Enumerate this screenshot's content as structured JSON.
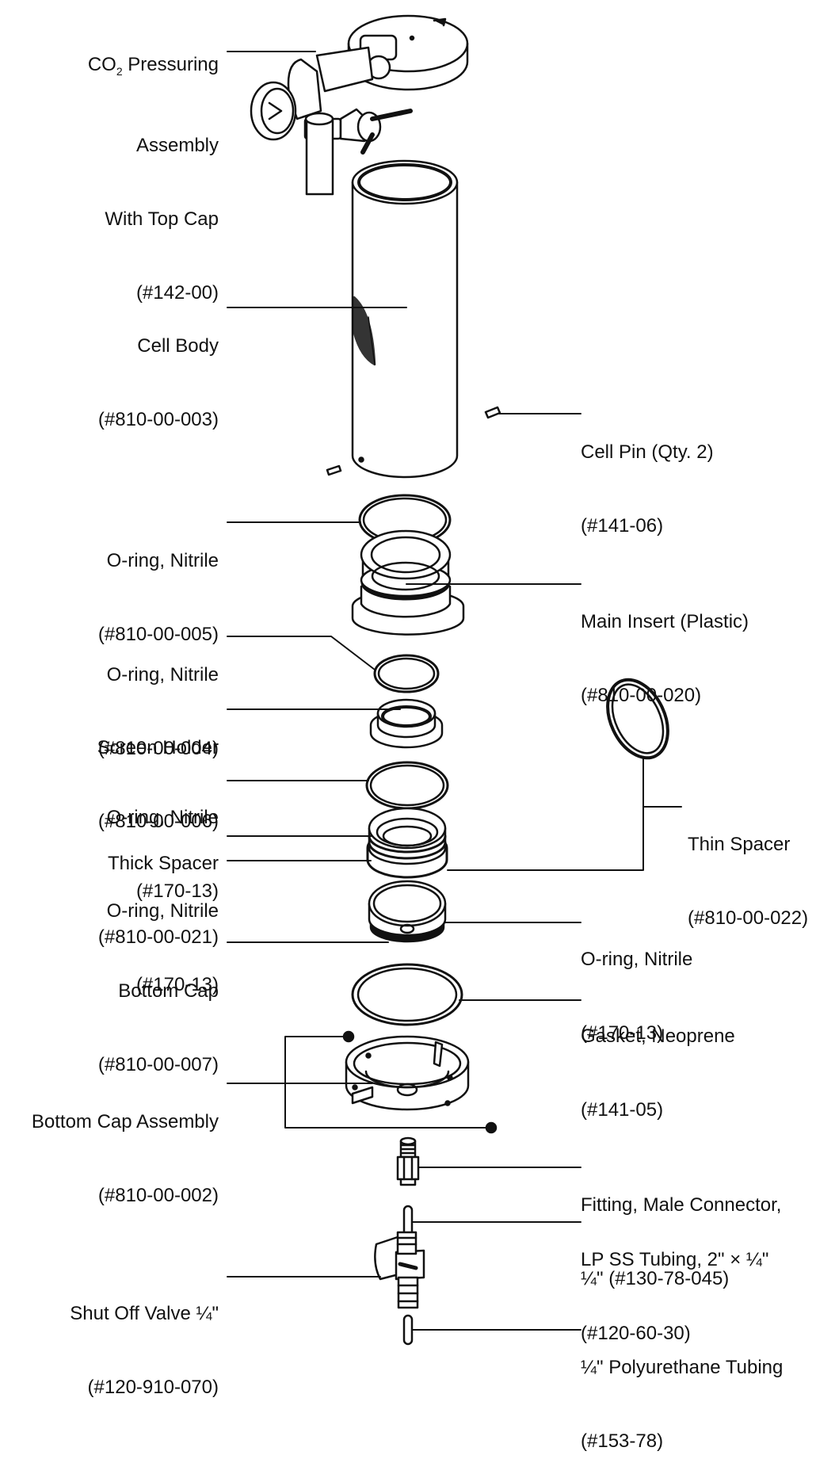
{
  "title": "",
  "colors": {
    "ink": "#111111",
    "paper": "#ffffff"
  },
  "labels": {
    "co2": {
      "line1": "CO",
      "line1_sub": "2",
      "line1_rest": " Pressuring",
      "line2": "Assembly",
      "line3": "With Top Cap",
      "line4": "(#142-00)"
    },
    "cell_body": {
      "line1": "Cell Body",
      "line2": "(#810-00-003)"
    },
    "cell_pin": {
      "line1": "Cell Pin (Qty. 2)",
      "line2": "(#141-06)"
    },
    "oring_005": {
      "line1": "O-ring, Nitrile",
      "line2": "(#810-00-005)"
    },
    "main_insert": {
      "line1": "Main Insert (Plastic)",
      "line2": "(#810-00-020)"
    },
    "oring_004": {
      "line1": "O-ring, Nitrile",
      "line2": "(#810-00-004)"
    },
    "screen_holder": {
      "line1": "Screen Holder",
      "line2": "(#810-00-006)"
    },
    "oring_170a": {
      "line1": "O-ring, Nitrile",
      "line2": "(#170-13)"
    },
    "thin_spacer": {
      "line1": "Thin Spacer",
      "line2": "(#810-00-022)"
    },
    "thick_spacer": {
      "line1": "Thick Spacer",
      "line2": "(#810-00-021)"
    },
    "oring_170b": {
      "line1": "O-ring, Nitrile",
      "line2": "(#170-13)"
    },
    "oring_170c": {
      "line1": "O-ring, Nitrile",
      "line2": "(#170-13)"
    },
    "bottom_cap": {
      "line1": "Bottom Cap",
      "line2": "(#810-00-007)"
    },
    "gasket": {
      "line1": "Gasket, Neoprene",
      "line2": "(#141-05)"
    },
    "bottom_cap_assembly": {
      "line1": "Bottom Cap Assembly",
      "line2": "(#810-00-002)"
    },
    "fitting": {
      "line1": "Fitting, Male Connector,",
      "line2": "¼\" (#130-78-045)"
    },
    "lp_tubing": {
      "line1": "LP SS Tubing, 2\" × ¼\"",
      "line2": "(#120-60-30)"
    },
    "shutoff_valve": {
      "line1": "Shut Off Valve ¼\"",
      "line2": "(#120-910-070)"
    },
    "pu_tubing": {
      "line1": "¼\" Polyurethane Tubing",
      "line2": "(#153-78)"
    }
  }
}
